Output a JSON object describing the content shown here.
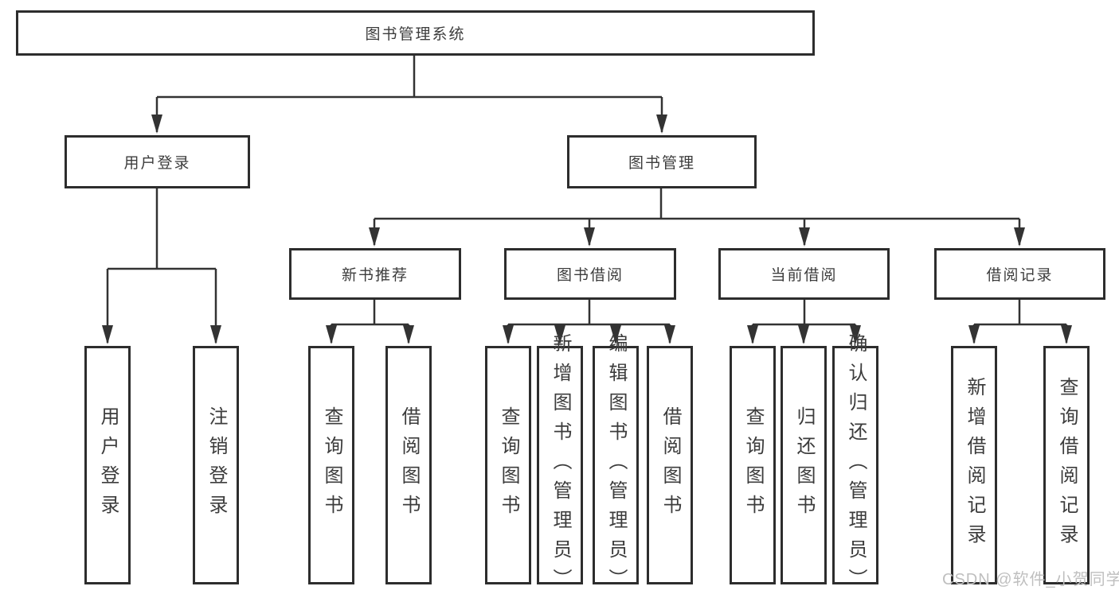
{
  "diagram": {
    "root": {
      "label": "图书管理系统"
    },
    "level1": [
      {
        "label": "用户登录"
      },
      {
        "label": "图书管理"
      }
    ],
    "level2": [
      {
        "label": "新书推荐",
        "parent": "图书管理"
      },
      {
        "label": "图书借阅",
        "parent": "图书管理"
      },
      {
        "label": "当前借阅",
        "parent": "图书管理"
      },
      {
        "label": "借阅记录",
        "parent": "图书管理"
      }
    ],
    "leaves": [
      {
        "label": "用户登录",
        "parent": "用户登录"
      },
      {
        "label": "注销登录",
        "parent": "用户登录"
      },
      {
        "label": "查询图书",
        "parent": "新书推荐"
      },
      {
        "label": "借阅图书",
        "parent": "新书推荐"
      },
      {
        "label": "查询图书",
        "parent": "图书借阅"
      },
      {
        "label": "新增图书（管理员）",
        "parent": "图书借阅"
      },
      {
        "label": "编辑图书（管理员）",
        "parent": "图书借阅"
      },
      {
        "label": "借阅图书",
        "parent": "图书借阅"
      },
      {
        "label": "查询图书",
        "parent": "当前借阅"
      },
      {
        "label": "归还图书",
        "parent": "当前借阅"
      },
      {
        "label": "确认归还（管理员）",
        "parent": "当前借阅"
      },
      {
        "label": "新增借阅记录",
        "parent": "借阅记录"
      },
      {
        "label": "查询借阅记录",
        "parent": "借阅记录"
      }
    ],
    "colors": {
      "line": "#333333",
      "box_border": "#2d2d2d",
      "text": "#3c3c3c",
      "background": "#ffffff",
      "watermark": "#bfbfbf"
    }
  },
  "watermark": {
    "text": "CSDN @软件_小贺同学"
  }
}
